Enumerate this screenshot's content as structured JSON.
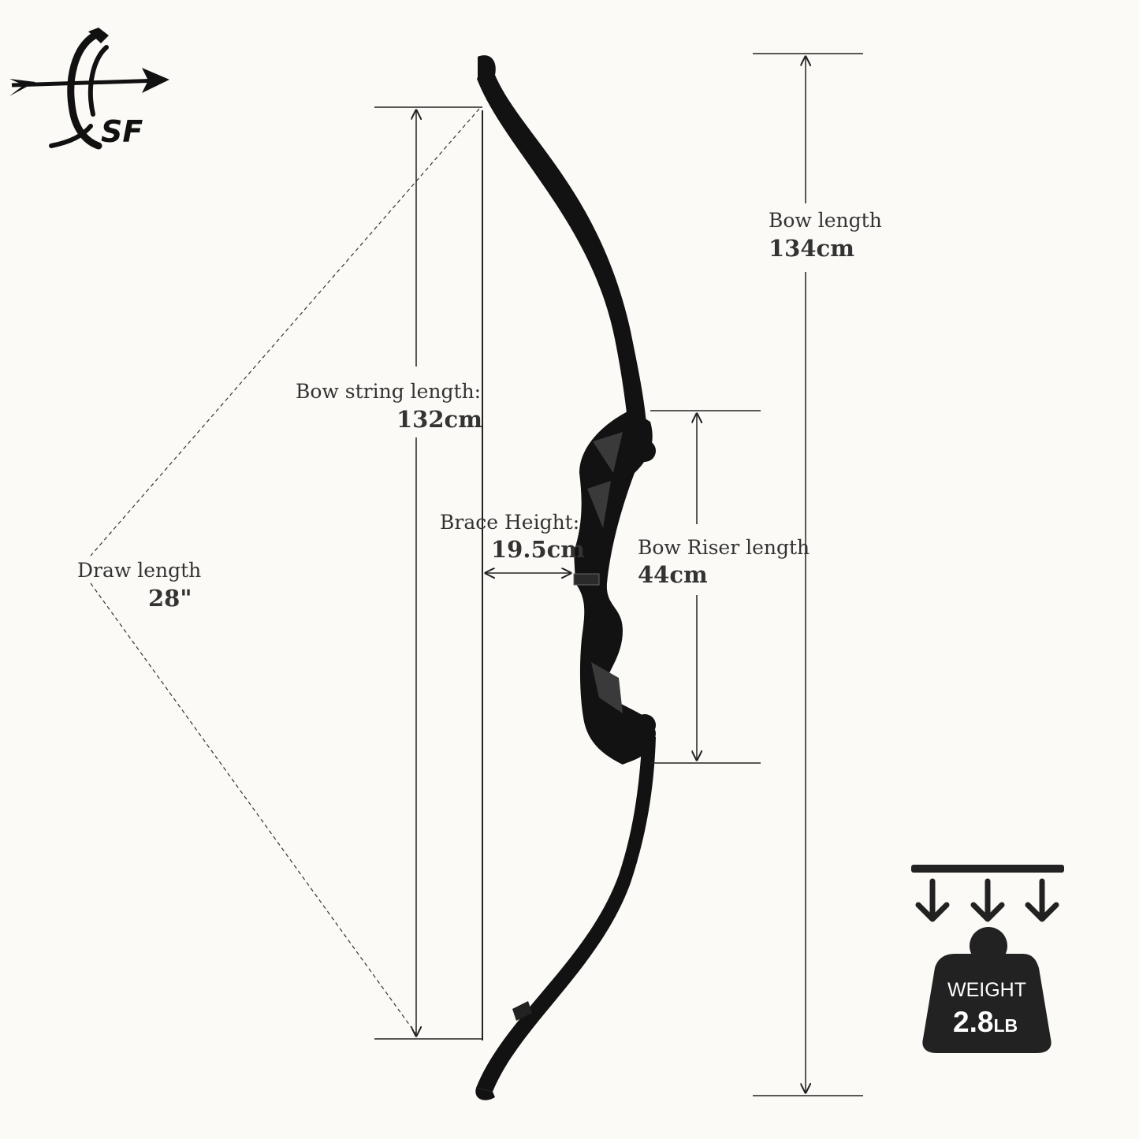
{
  "brand": {
    "logo_text": "SF",
    "icon": "archer-arrow-logo"
  },
  "bow_length": {
    "label": "Bow length",
    "value": "134cm"
  },
  "string_length": {
    "label": "Bow string length:",
    "value": "132cm"
  },
  "brace_height": {
    "label": "Brace Height:",
    "value": "19.5cm"
  },
  "riser_length": {
    "label": "Bow Riser length",
    "value": "44cm"
  },
  "draw_length": {
    "label": "Draw length",
    "value": "28\""
  },
  "weight": {
    "label": "WEIGHT",
    "value": "2.8",
    "unit": "LB",
    "icon": "weight-icon"
  },
  "colors": {
    "background": "#fbfaf6",
    "bow": "#121212",
    "line": "#222222",
    "text": "#333333"
  }
}
